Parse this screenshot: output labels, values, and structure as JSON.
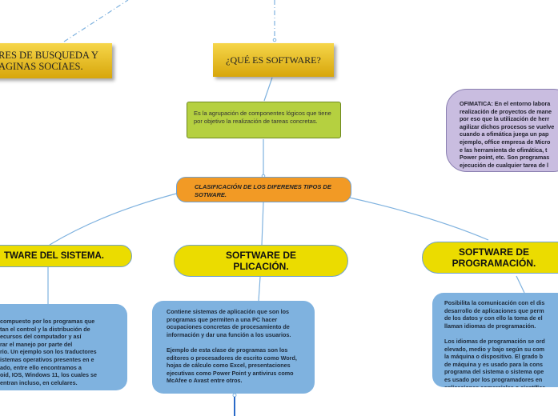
{
  "nodes": {
    "buscadores": "RES DE BUSQUEDA Y\nAGINAS SOCIAES.",
    "que_es": "¿QUÉ ES  SOFTWARE?",
    "definicion": "Es la agrupación de componentes lógicos que tiene por objetivo la realización de tareas concretas.",
    "clasificacion": "CLASIFICACIÓN DE LOS DIFERENES TIPOS DE SOTWARE.",
    "sistema": "TWARE DEL SISTEMA.",
    "aplicacion": "SOFTWARE DE PLICACIÓN.",
    "programacion": "SOFTWARE DE PROGRAMACIÓN.",
    "ofimatica": "OFIMATICA: En el entorno labora\nrealización de proyectos de mane\npor eso que la utilización de herr\nagilizar dichos procesos se vuelve\ncuando a ofimática juega un pap\nejemplo, office empresa de Micro\ne las herramienta de ofimática, t\nPower point, etc. Son programas\nejecución de cualquier tarea de l",
    "sistema_desc": "compuesto por los programas que\ntan el control y la distribución de\necursos del computador y así\nrar el manejo por parte del\nrio. Un ejemplo son los traductores\nistemas operativos presentes en e\nado, entre ello encontramos a\noid, IOS, Windows 11, los cuales se\nentran incluso, en celulares.",
    "aplicacion_desc": "Contiene sistemas de aplicación que son los programas que permiten a una PC hacer ocupaciones concretas de procesamiento de información y dar una función a los usuarios.\n\nEjemplo de esta clase de programas son los editores o procesadores de escrito como Word, hojas de cálculo como Excel, presentaciones ejecutivas como Power Point y antivirus como McAfee o Avast entre otros.",
    "programacion_desc": "Posibilita la comunicación con el dis\ndesarrollo de aplicaciones que perm\nde los datos y con ello la toma de el\nllaman idiomas de programación.\n\nLos idiomas de programación se ord\nelevado, medio y bajo según su com\nla máquina o dispositivo. El grado b\nde máquina y es usado para la cons\nprograma del sistema o sistema ope\nes usado por los programadores en\naplicaciones comerciales o científica"
  },
  "colors": {
    "connector": "#7fb2df",
    "gold": "#e2b418",
    "green": "#b5d040",
    "orange": "#f29a25",
    "yellow": "#ebdc00",
    "blue": "#7fb2df",
    "purple": "#c9bde0"
  }
}
